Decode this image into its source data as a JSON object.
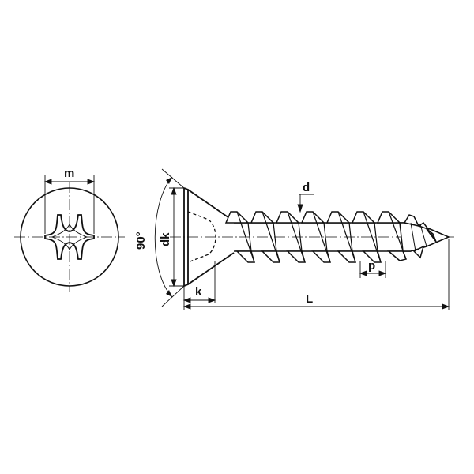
{
  "labels": {
    "m": "m",
    "d": "d",
    "angle": "90°",
    "dk": "dk",
    "k": "k",
    "p": "p",
    "L": "L"
  },
  "colors": {
    "ink": "#111111",
    "background": "#ffffff"
  }
}
